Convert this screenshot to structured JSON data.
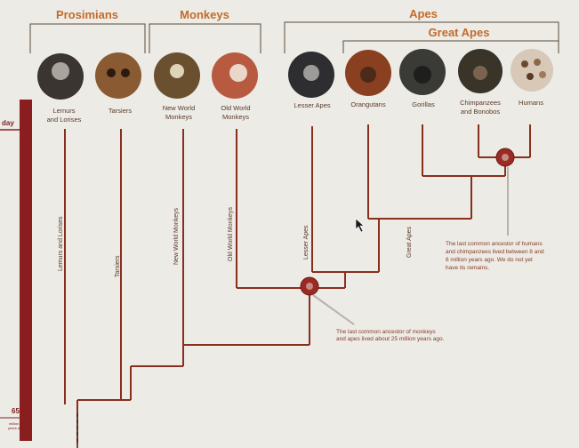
{
  "groups": {
    "prosimians": "Prosimians",
    "monkeys": "Monkeys",
    "apes": "Apes",
    "great_apes": "Great Apes"
  },
  "taxa": [
    {
      "id": "lemurs",
      "label_lines": [
        "Lemurs",
        "and Lorises"
      ],
      "branch_label": "Lemurs and Lorises",
      "photo_color": "#3a3530"
    },
    {
      "id": "tarsiers",
      "label_lines": [
        "Tarsiers"
      ],
      "branch_label": "Tarsiers",
      "photo_color": "#8a5a32"
    },
    {
      "id": "new-world-monkeys",
      "label_lines": [
        "New World",
        "Monkeys"
      ],
      "branch_label": "New World Monkeys",
      "photo_color": "#6b5030"
    },
    {
      "id": "old-world-monkeys",
      "label_lines": [
        "Old World",
        "Monkeys"
      ],
      "branch_label": "Old World Monkeys",
      "photo_color": "#b85a40"
    },
    {
      "id": "lesser-apes",
      "label_lines": [
        "Lesser Apes"
      ],
      "branch_label": "Lesser Apes",
      "photo_color": "#2e2e30"
    },
    {
      "id": "orangutans",
      "label_lines": [
        "Orangutans"
      ],
      "branch_label": "",
      "photo_color": "#8a4020"
    },
    {
      "id": "gorillas",
      "label_lines": [
        "Gorillas"
      ],
      "branch_label": "",
      "photo_color": "#3a3a36"
    },
    {
      "id": "chimpanzees-bonobos",
      "label_lines": [
        "Chimpanzees",
        "and Bonobos"
      ],
      "branch_label": "",
      "photo_color": "#3a3328"
    },
    {
      "id": "humans",
      "label_lines": [
        "Humans"
      ],
      "branch_label": "",
      "photo_color": "#d8c8b8"
    }
  ],
  "clade_labels": {
    "great_apes": "Great Apes"
  },
  "annotations": {
    "monkeys_apes_ancestor": [
      "The last common ancestor of monkeys",
      "and apes lived about 25 million years ago."
    ],
    "human_chimp_ancestor": [
      "The last common ancestor of humans",
      "and chimpanzees lived between 8 and",
      "6 million years ago. We do not yet",
      "have its remains."
    ]
  },
  "timescale": {
    "top_label": "day",
    "bottom_label": "65",
    "bottom_sublabel": [
      "million",
      "years ago"
    ]
  },
  "colors": {
    "line": "#8a2e1e",
    "accent": "#c56a2a",
    "node": "#9a2a22",
    "timeline": "#8a1e1e",
    "pointer": "#b8b2aa"
  }
}
